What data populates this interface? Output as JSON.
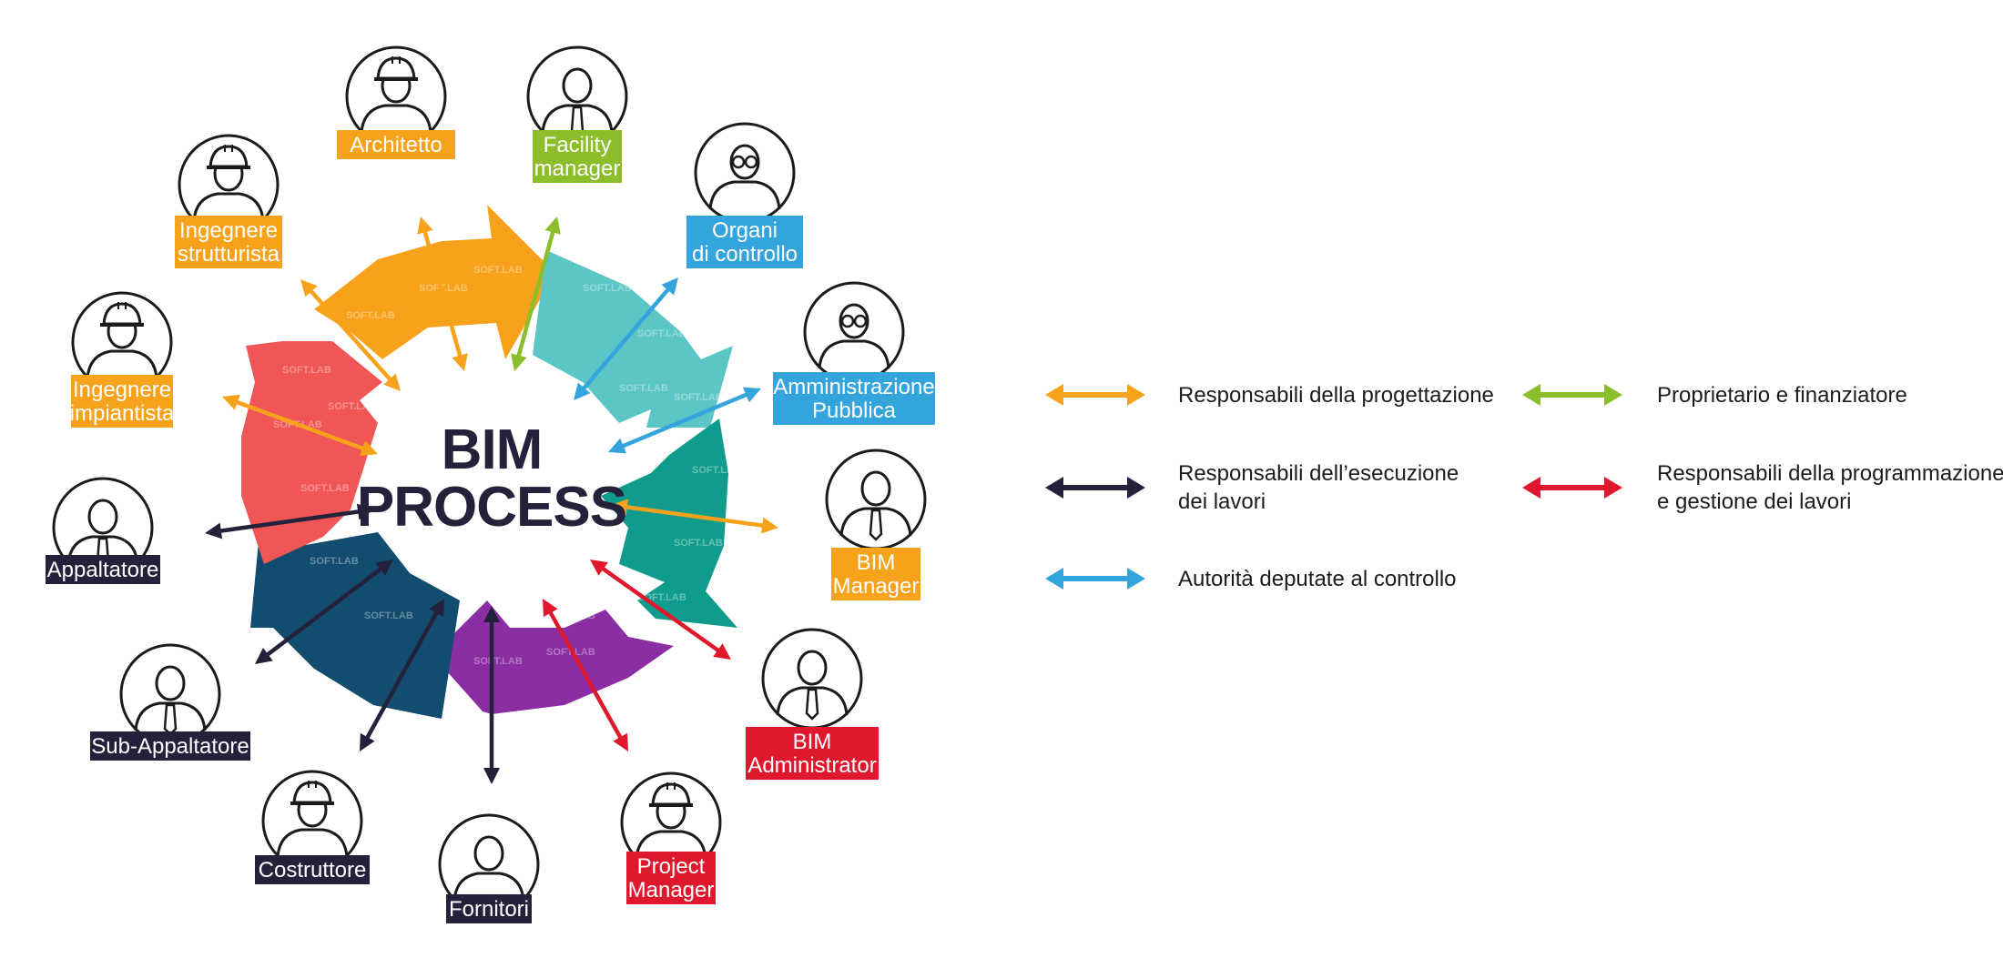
{
  "center": {
    "line1": "BIM",
    "line2": "PROCESS"
  },
  "watermark": "SOFT.LAB",
  "colors": {
    "orange": "#f7a21b",
    "green": "#8cbd2b",
    "blue": "#33a4dc",
    "dark": "#24213b",
    "red": "#e0182d",
    "seg_orange": "#f8a21b",
    "seg_cyan": "#5cc6c6",
    "seg_teal": "#109c8c",
    "seg_purple": "#8b2da3",
    "seg_navy": "#124c6e",
    "seg_red": "#f05656"
  },
  "roles": {
    "architetto": {
      "lines": [
        "Architetto"
      ],
      "color": "orange",
      "icon": "hard-hat"
    },
    "facility": {
      "lines": [
        "Facility",
        "manager"
      ],
      "color": "green",
      "icon": "tie"
    },
    "organi": {
      "lines": [
        "Organi",
        "di controllo"
      ],
      "color": "blue",
      "icon": "glasses"
    },
    "amministrazione": {
      "lines": [
        "Amministrazione",
        "Pubblica"
      ],
      "color": "blue",
      "icon": "glasses"
    },
    "bim_manager": {
      "lines": [
        "BIM",
        "Manager"
      ],
      "color": "orange",
      "icon": "tie"
    },
    "bim_admin": {
      "lines": [
        "BIM",
        "Administrator"
      ],
      "color": "red",
      "icon": "tie"
    },
    "project_manager": {
      "lines": [
        "Project",
        "Manager"
      ],
      "color": "red",
      "icon": "hard-hat"
    },
    "fornitori": {
      "lines": [
        "Fornitori"
      ],
      "color": "dark",
      "icon": "plain"
    },
    "costruttore": {
      "lines": [
        "Costruttore"
      ],
      "color": "dark",
      "icon": "hard-hat"
    },
    "sub_appaltatore": {
      "lines": [
        "Sub-Appaltatore"
      ],
      "color": "dark",
      "icon": "tie"
    },
    "appaltatore": {
      "lines": [
        "Appaltatore"
      ],
      "color": "dark",
      "icon": "tie"
    },
    "impiantista": {
      "lines": [
        "Ingegnere",
        "impiantista"
      ],
      "color": "orange",
      "icon": "hard-hat"
    },
    "strutturista": {
      "lines": [
        "Ingegnere",
        "strutturista"
      ],
      "color": "orange",
      "icon": "hard-hat"
    }
  },
  "legend": [
    {
      "id": "progettazione",
      "color": "orange",
      "lines": [
        "Responsabili della progettazione"
      ]
    },
    {
      "id": "proprietario",
      "color": "green",
      "lines": [
        "Proprietario e finanziatore"
      ]
    },
    {
      "id": "esecuzione",
      "color": "dark",
      "lines": [
        "Responsabili dell’esecuzione",
        "dei lavori"
      ]
    },
    {
      "id": "programmazione",
      "color": "red",
      "lines": [
        "Responsabili della programmazione",
        "e gestione dei lavori"
      ]
    },
    {
      "id": "controllo",
      "color": "blue",
      "lines": [
        "Autorità deputate al controllo"
      ]
    }
  ]
}
